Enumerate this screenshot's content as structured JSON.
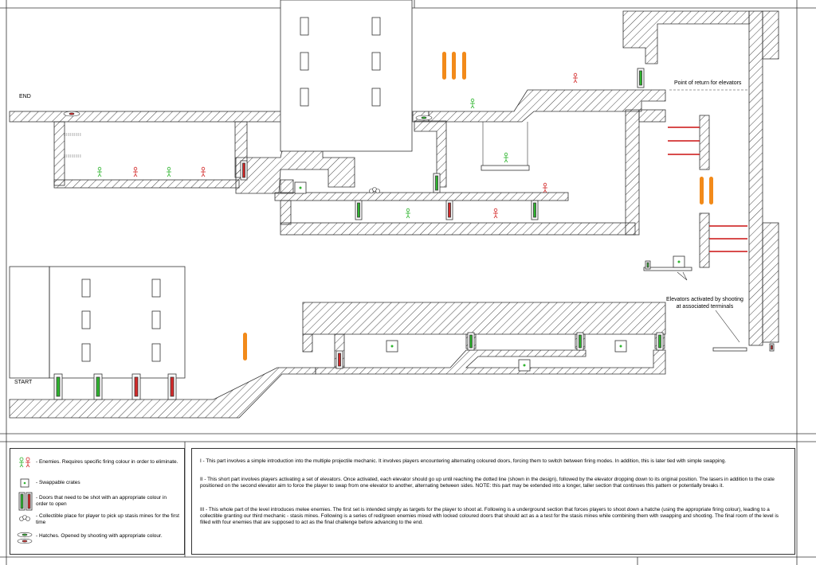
{
  "labels": {
    "end": "END",
    "start": "START",
    "point_of_return": "Point of return for elevators",
    "elevators_note": "Elevators activated by shooting\nat associated terminals"
  },
  "legend": {
    "enemies": "- Enemies. Requires specific firing colour in order to eliminate.",
    "crates": "- Swappable crates",
    "doors": "- Doors that need to be shot with an appropriate colour in order to open",
    "collectible": "- Collectible place for player to pick up stasis mines for the first time",
    "hatches": "- Hatches. Opened by shooting with appropriate colour."
  },
  "notes": {
    "part1": "I - This part involves a simple introduction into the multiple projectile mechanic. It involves players encountering alternating coloured doors, forcing them to switch between firing modes. In addition, this is later tied with simple swapping.",
    "part2": "II - This short part involves players activating a set of elevators. Once activated, each elevator should go up until reaching the dotted line (shown in the design), followed by the elevator dropping down to its original position. The lasers  in addition to the crate positioned on the second elevator aim to force the player to swap from one elevator to another, alternating between sides. NOTE: this part may be extended into a longer, taller section that continues this pattern or potentially breaks it.",
    "part3": "III - This whole part of the level introduces melee enemies. The first set is intended simply as targets for the player to shoot at. Following is a underground section that forces players to shoot down a hatche (using the appropriate firing colour), leading to a collectible granting our third mechanic - stasis mines. Following is a series of red/green enemies mixed with locked coloured doors that should act as a a test for the stasis mines while combining them with swapping and shooting. The final room of the level is filled with four enemies that are supposed to act as the final challenge before advancing to the end."
  },
  "colors": {
    "green": "#2fb52f",
    "red": "#d42a2a",
    "orange": "#f28a1a",
    "laser": "#cc1111"
  }
}
